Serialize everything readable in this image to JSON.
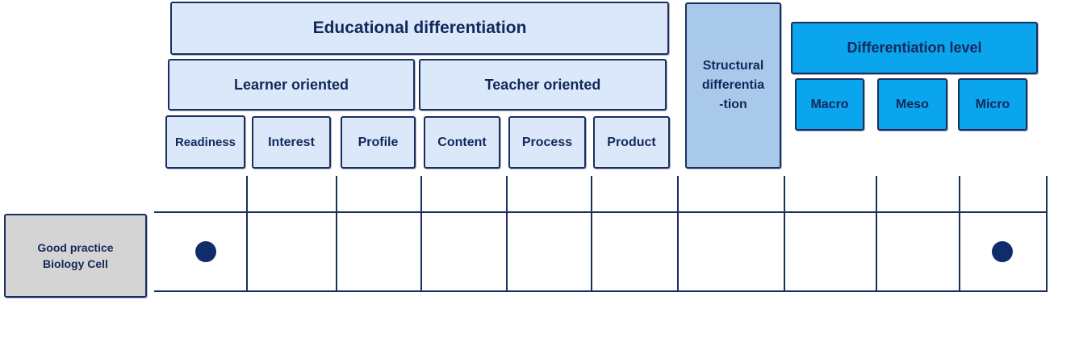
{
  "header": {
    "educational": "Educational differentiation",
    "learner": "Learner oriented",
    "teacher": "Teacher oriented",
    "structural_line1": "Structural",
    "structural_line2": "differentia",
    "structural_line3": "-tion",
    "level": "Differentiation level"
  },
  "columns": {
    "readiness": "Readiness",
    "interest": "Interest",
    "profile": "Profile",
    "content": "Content",
    "process": "Process",
    "product": "Product",
    "macro": "Macro",
    "meso": "Meso",
    "micro": "Micro"
  },
  "row": {
    "line1": "Good practice",
    "line2": "Biology Cell",
    "marked_columns": [
      "Readiness",
      "Micro"
    ]
  },
  "colors": {
    "light_blue": "#dbe8fa",
    "mid_blue": "#a9c9eb",
    "cyan": "#0aa5ec",
    "border": "#1b2f5e",
    "dot": "#0f2c6b",
    "label_gray": "#d4d4d4"
  }
}
